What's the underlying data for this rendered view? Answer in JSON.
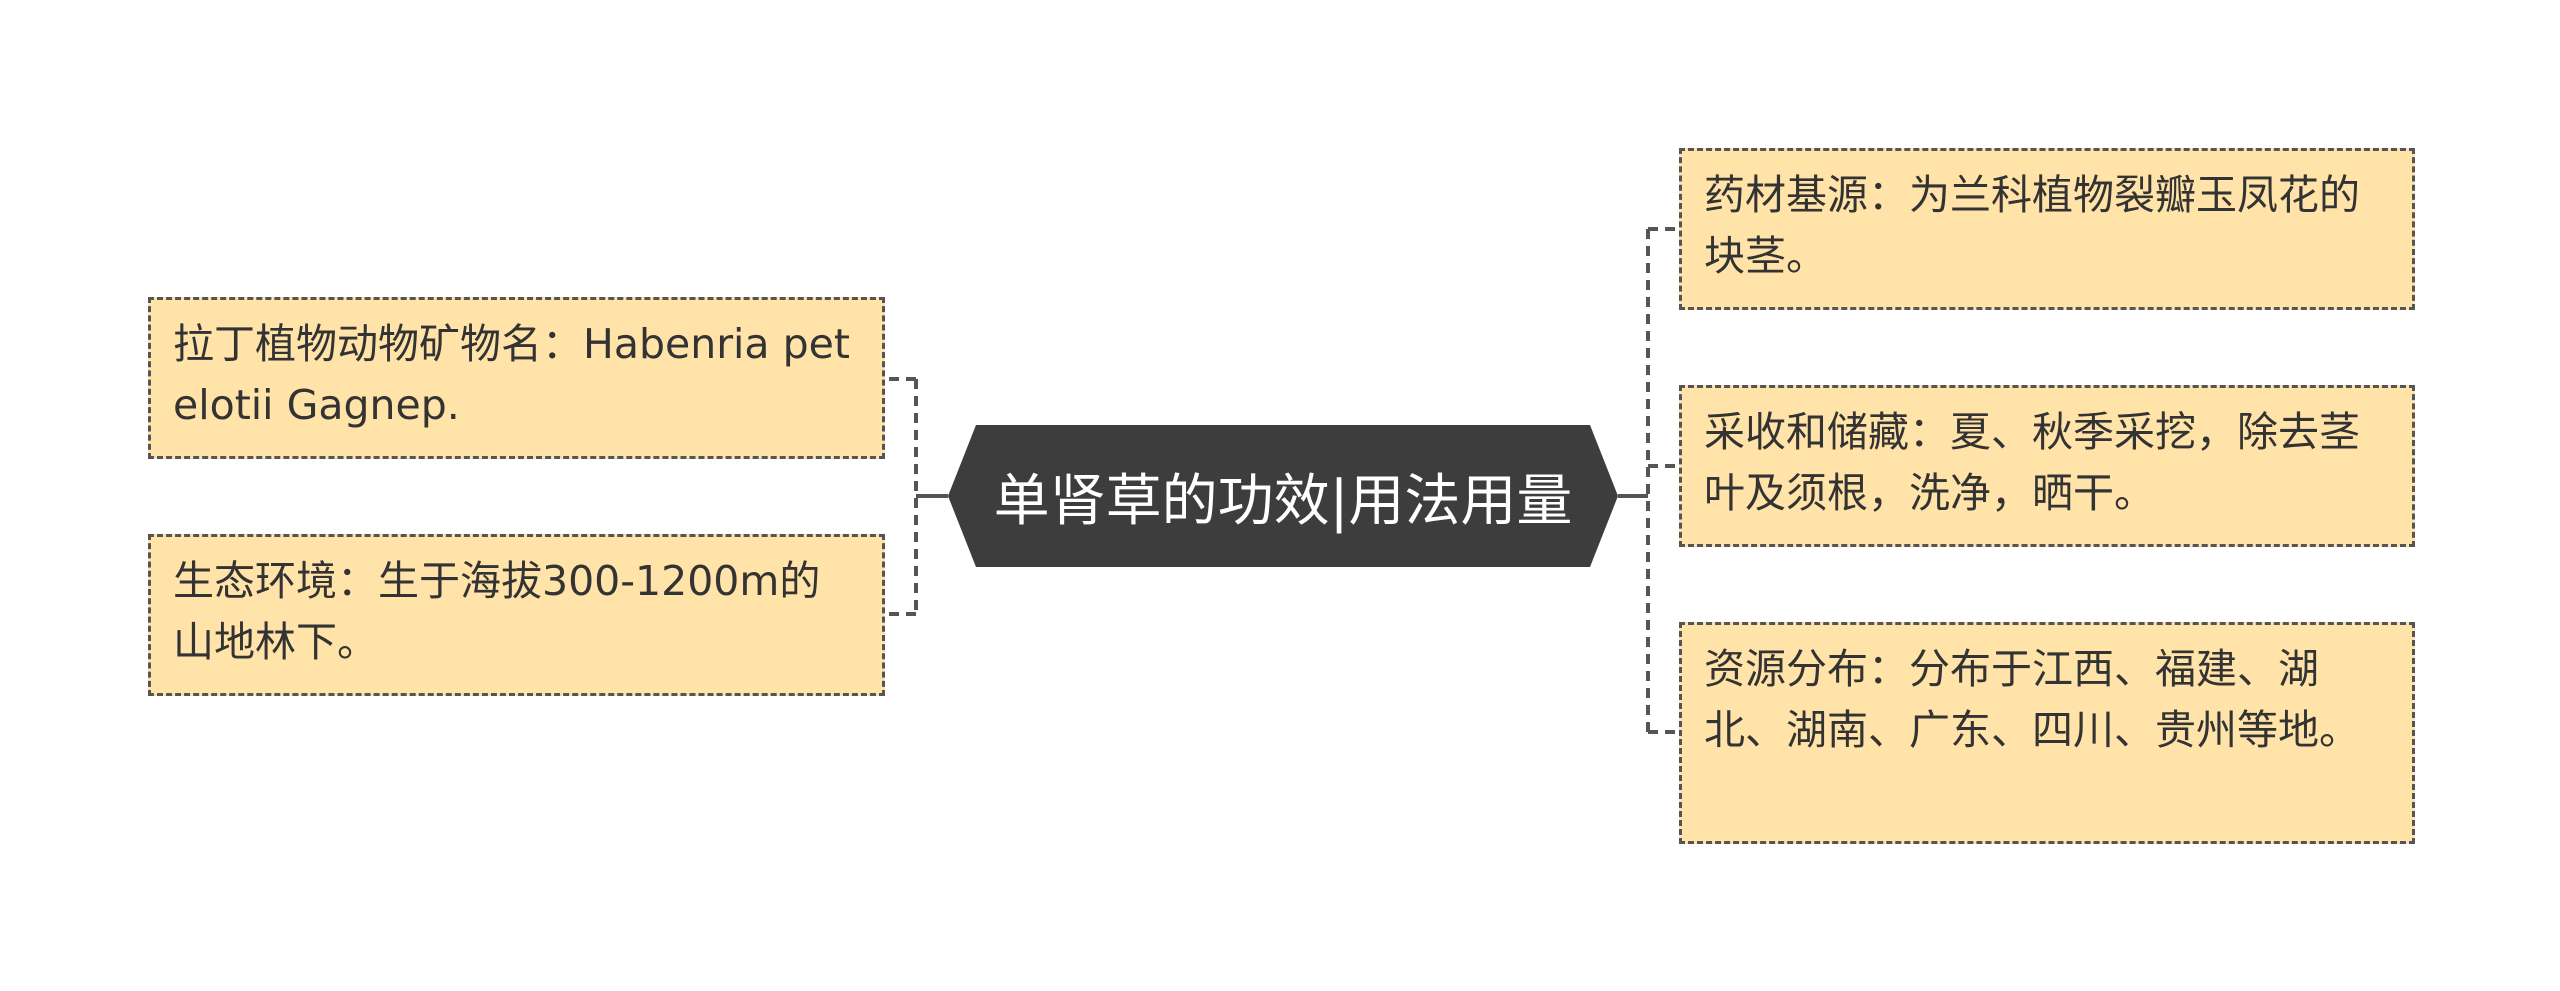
{
  "mindmap": {
    "central_topic": "单肾草的功效|用法用量",
    "left_branches": [
      {
        "text": "拉丁植物动物矿物名：Habenria petelotii Gagnep."
      },
      {
        "text": "生态环境：生于海拔300-1200m的山地林下。"
      }
    ],
    "right_branches": [
      {
        "text": "药材基源：为兰科植物裂瓣玉凤花的块茎。"
      },
      {
        "text": "采收和储藏：夏、秋季采挖，除去茎叶及须根，洗净，晒干。"
      },
      {
        "text": "资源分布：分布于江西、福建、湖北、湖南、广东、四川、贵州等地。"
      }
    ]
  },
  "colors": {
    "central_fill": "#3d3d3d",
    "central_text": "#ffffff",
    "branch_fill": "#ffe3a8",
    "branch_border": "#555555",
    "connector": "#555555",
    "text": "#333333"
  }
}
